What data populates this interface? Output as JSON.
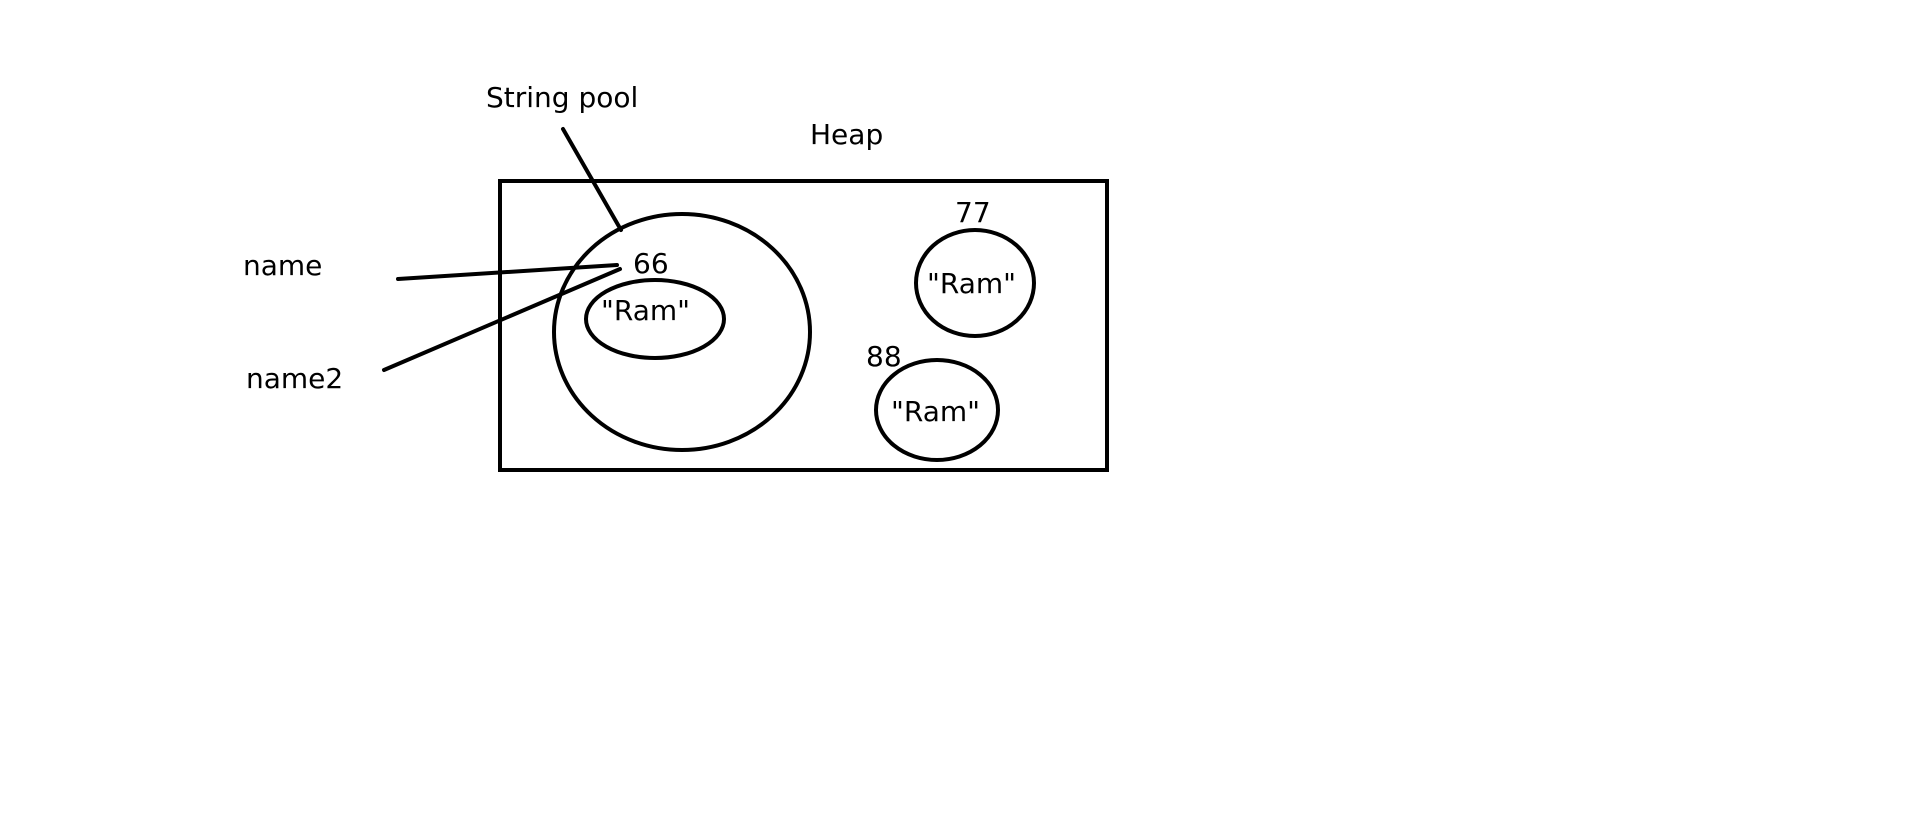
{
  "diagram": {
    "labels": {
      "string_pool": "String pool",
      "heap": "Heap",
      "var_name": "name",
      "var_name2": "name2",
      "addr_pool": "66",
      "addr_a": "77",
      "addr_b": "88"
    },
    "objects": {
      "pool_string": "\"Ram\"",
      "heap_string_a": "\"Ram\"",
      "heap_string_b": "\"Ram\""
    },
    "colors": {
      "ink": "#000000",
      "background": "#ffffff"
    }
  }
}
